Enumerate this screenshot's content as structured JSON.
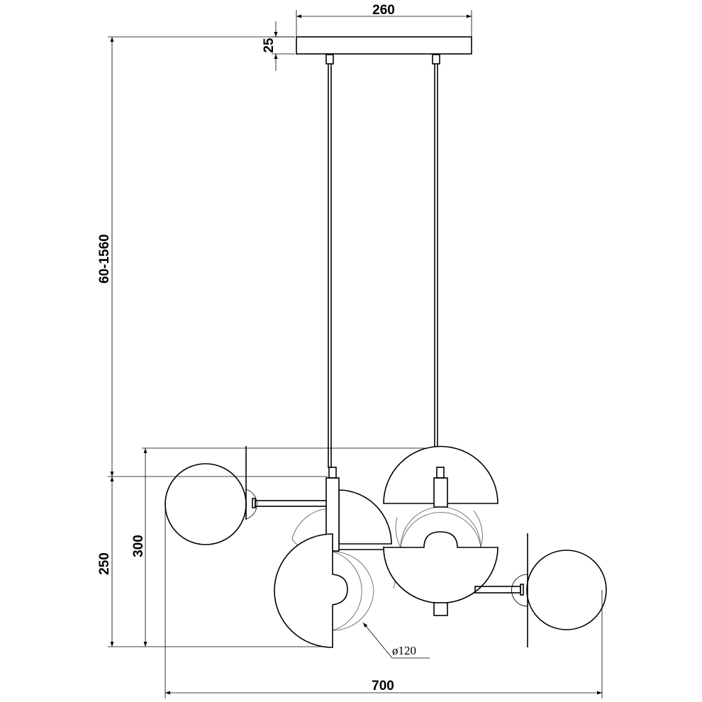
{
  "drawing": {
    "dimensions": {
      "canopy_width": "260",
      "canopy_height": "25",
      "cord_length": "60-1560",
      "body_height": "250",
      "overall_height": "300",
      "overall_width": "700",
      "shade_diameter": "ø120"
    }
  }
}
